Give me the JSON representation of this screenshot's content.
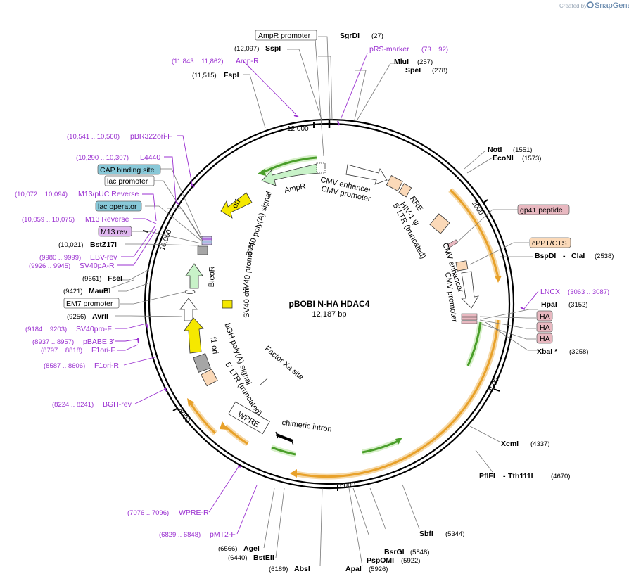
{
  "credit": {
    "prefix": "Created by",
    "brand": "SnapGene"
  },
  "plasmid": {
    "name": "pBOBI N-HA HDAC4",
    "size": "12,187 bp"
  },
  "ticks": [
    "2000",
    "4000",
    "6000",
    "8000",
    "10,000",
    "12,000"
  ],
  "features": [
    {
      "id": "ampr",
      "label": "AmpR"
    },
    {
      "id": "ori",
      "label": "ori"
    },
    {
      "id": "sv40polya",
      "label": "SV40 poly(A) signal"
    },
    {
      "id": "sv40prom",
      "label": "SV40 promoter"
    },
    {
      "id": "bleor",
      "label": "BleoR"
    },
    {
      "id": "sv40ori",
      "label": "SV40 ori"
    },
    {
      "id": "f1ori",
      "label": "f1 ori"
    },
    {
      "id": "bghpolya",
      "label": "bGH poly(A) signal"
    },
    {
      "id": "ltr5b",
      "label": "5' LTR (truncated)"
    },
    {
      "id": "wpre",
      "label": "WPRE"
    },
    {
      "id": "intron",
      "label": "chimeric intron"
    },
    {
      "id": "factorxa",
      "label": "Factor Xa site"
    },
    {
      "id": "cmvenh1",
      "label": "CMV enhancer"
    },
    {
      "id": "cmvprom1",
      "label": "CMV promoter"
    },
    {
      "id": "hiv",
      "label": "HIV-1 ψ"
    },
    {
      "id": "rre",
      "label": "RRE"
    },
    {
      "id": "ltr5a",
      "label": "5' LTR (truncated)"
    },
    {
      "id": "cmvenh2",
      "label": "CMV enhancer"
    },
    {
      "id": "cmvprom2",
      "label": "CMV promoter"
    }
  ],
  "labels": [
    {
      "id": "amprprom",
      "text": "AmpR promoter",
      "box": "white"
    },
    {
      "id": "sgrdi",
      "text": "SgrDI",
      "pos": "(27)"
    },
    {
      "id": "prs",
      "text": "pRS-marker",
      "pos": "(73 .. 92)"
    },
    {
      "id": "mlui",
      "text": "MluI",
      "pos": "(257)"
    },
    {
      "id": "spei",
      "text": "SpeI",
      "pos": "(278)"
    },
    {
      "id": "sspi",
      "text": "SspI",
      "pos": "(12,097)"
    },
    {
      "id": "ampr-p",
      "text": "Amp-R",
      "pos": "(11,843 .. 11,862)"
    },
    {
      "id": "fspi",
      "text": "FspI",
      "pos": "(11,515)"
    },
    {
      "id": "pbr322",
      "text": "pBR322ori-F",
      "pos": "(10,541 .. 10,560)"
    },
    {
      "id": "l4440",
      "text": "L4440",
      "pos": "(10,290 .. 10,307)"
    },
    {
      "id": "cap",
      "text": "CAP binding site",
      "box": "teal"
    },
    {
      "id": "lacprom",
      "text": "lac promoter",
      "box": "white"
    },
    {
      "id": "m13puc",
      "text": "M13/pUC Reverse",
      "pos": "(10,072 .. 10,094)"
    },
    {
      "id": "lacop",
      "text": "lac operator",
      "box": "teal"
    },
    {
      "id": "m13rev-p",
      "text": "M13 Reverse",
      "pos": "(10,059 .. 10,075)"
    },
    {
      "id": "m13rev",
      "text": "M13 rev",
      "box": "purple"
    },
    {
      "id": "bstz17i",
      "text": "BstZ17I",
      "pos": "(10,021)"
    },
    {
      "id": "ebvrev",
      "text": "EBV-rev",
      "pos": "(9980 .. 9999)"
    },
    {
      "id": "sv40par",
      "text": "SV40pA-R",
      "pos": "(9926 .. 9945)"
    },
    {
      "id": "fsei",
      "text": "FseI",
      "pos": "(9661)"
    },
    {
      "id": "maubi",
      "text": "MauBI",
      "pos": "(9421)"
    },
    {
      "id": "em7",
      "text": "EM7 promoter",
      "box": "white"
    },
    {
      "id": "avrii",
      "text": "AvrII",
      "pos": "(9256)"
    },
    {
      "id": "sv40prof",
      "text": "SV40pro-F",
      "pos": "(9184 .. 9203)"
    },
    {
      "id": "pbabe",
      "text": "pBABE 3'",
      "pos": "(8937 .. 8957)"
    },
    {
      "id": "f1orif",
      "text": "F1ori-F",
      "pos": "(8797 .. 8818)"
    },
    {
      "id": "f1orir",
      "text": "F1ori-R",
      "pos": "(8587 .. 8606)"
    },
    {
      "id": "bghrev",
      "text": "BGH-rev",
      "pos": "(8224 .. 8241)"
    },
    {
      "id": "wprer",
      "text": "WPRE-R",
      "pos": "(7076 .. 7096)"
    },
    {
      "id": "pmt2f",
      "text": "pMT2-F",
      "pos": "(6829 .. 6848)"
    },
    {
      "id": "agei",
      "text": "AgeI",
      "pos": "(6566)"
    },
    {
      "id": "bsteii",
      "text": "BstEII",
      "pos": "(6440)"
    },
    {
      "id": "absi",
      "text": "AbsI",
      "pos": "(6189)"
    },
    {
      "id": "apai",
      "text": "ApaI",
      "pos": "(5926)"
    },
    {
      "id": "pspomi",
      "text": "PspOMI",
      "pos": "(5922)"
    },
    {
      "id": "bsrgi",
      "text": "BsrGI",
      "pos": "(5848)"
    },
    {
      "id": "sbfi",
      "text": "SbfI",
      "pos": "(5344)"
    },
    {
      "id": "pflfi",
      "text": "PflFI",
      "text2": "Tth111I",
      "pos": "(4670)"
    },
    {
      "id": "xcmi",
      "text": "XcmI",
      "pos": "(4337)"
    },
    {
      "id": "xbai",
      "text": "XbaI *",
      "pos": "(3258)"
    },
    {
      "id": "ha3",
      "text": "HA",
      "box": "pink"
    },
    {
      "id": "ha2",
      "text": "HA",
      "box": "pink"
    },
    {
      "id": "ha1",
      "text": "HA",
      "box": "pink"
    },
    {
      "id": "hpai",
      "text": "HpaI",
      "pos": "(3152)"
    },
    {
      "id": "lncx",
      "text": "LNCX",
      "pos": "(3063 .. 3087)"
    },
    {
      "id": "bspdi",
      "text": "BspDI",
      "text2": "ClaI",
      "pos": "(2538)"
    },
    {
      "id": "cppt",
      "text": "cPPT/CTS",
      "box": "orange"
    },
    {
      "id": "gp41",
      "text": "gp41 peptide",
      "box": "pink"
    },
    {
      "id": "econi",
      "text": "EcoNI",
      "pos": "(1573)"
    },
    {
      "id": "noti",
      "text": "NotI",
      "pos": "(1551)"
    }
  ],
  "colors": {
    "purple": "#9a2fd0",
    "orange": "#e8a12a",
    "green": "#4a9e2a",
    "yellow": "#f5e800",
    "mint": "#c8f2c8",
    "peach": "#fbd9b8",
    "grey": "#a6a6a6",
    "teal": "#88c8d8",
    "pink": "#e8b8c0",
    "violet": "#e0b8f0"
  }
}
